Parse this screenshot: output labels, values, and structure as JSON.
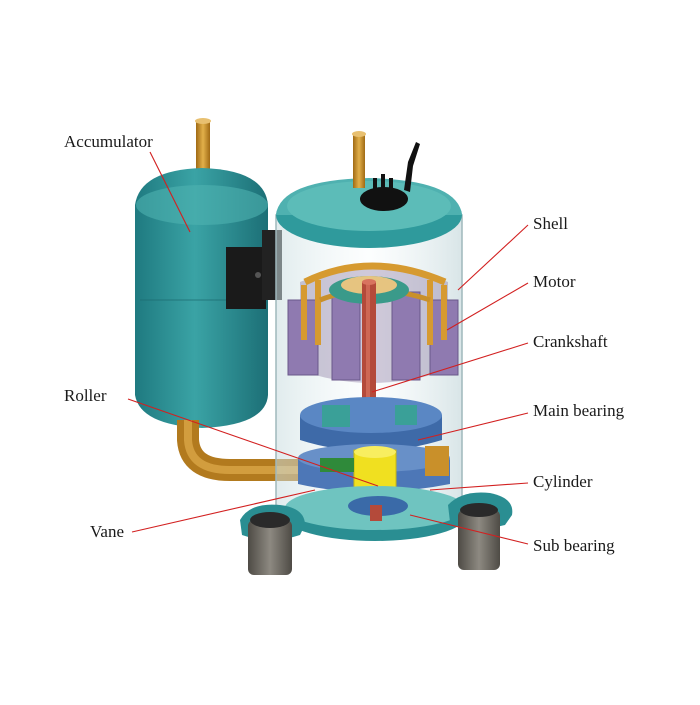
{
  "labels": {
    "accumulator": "Accumulator",
    "shell": "Shell",
    "motor": "Motor",
    "crankshaft": "Crankshaft",
    "roller": "Roller",
    "main_bearing": "Main bearing",
    "cylinder": "Cylinder",
    "vane": "Vane",
    "sub_bearing": "Sub bearing"
  },
  "colors": {
    "shell_teal": "#2a8e92",
    "shell_light": "#5fb6b4",
    "copper": "#c9902a",
    "stator_purple": "#8f7ab0",
    "crankshaft_red": "#b44a3a",
    "cylinder_yellow": "#f0e020",
    "leader_red": "#d22020",
    "foot_gray": "#6e6a62"
  }
}
